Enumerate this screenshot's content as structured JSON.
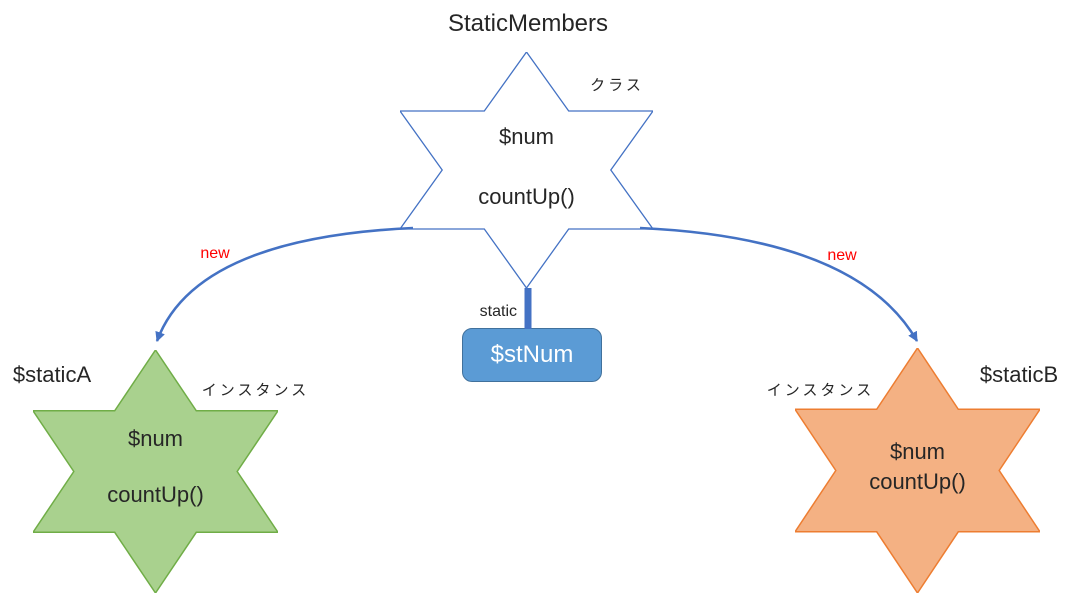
{
  "title": "StaticMembers",
  "class_star": {
    "type_label": "クラス",
    "member1": "$num",
    "member2": "countUp()"
  },
  "static_box": {
    "label": "static",
    "value": "$stNum"
  },
  "arrows": {
    "left_label": "new",
    "right_label": "new"
  },
  "instance_a": {
    "name": "$staticA",
    "type_label": "インスタンス",
    "member1": "$num",
    "member2": "countUp()"
  },
  "instance_b": {
    "name": "$staticB",
    "type_label": "インスタンス",
    "member1": "$num",
    "member2": "countUp()"
  },
  "colors": {
    "class_star_stroke": "#4472c4",
    "instance_a_fill": "#a9d18e",
    "instance_a_stroke": "#70ad47",
    "instance_b_fill": "#f4b183",
    "instance_b_stroke": "#ed7d31",
    "static_box_fill": "#5b9bd5",
    "static_box_stroke": "#41719c",
    "arrow": "#4472c4",
    "new_label": "#ff0000"
  }
}
